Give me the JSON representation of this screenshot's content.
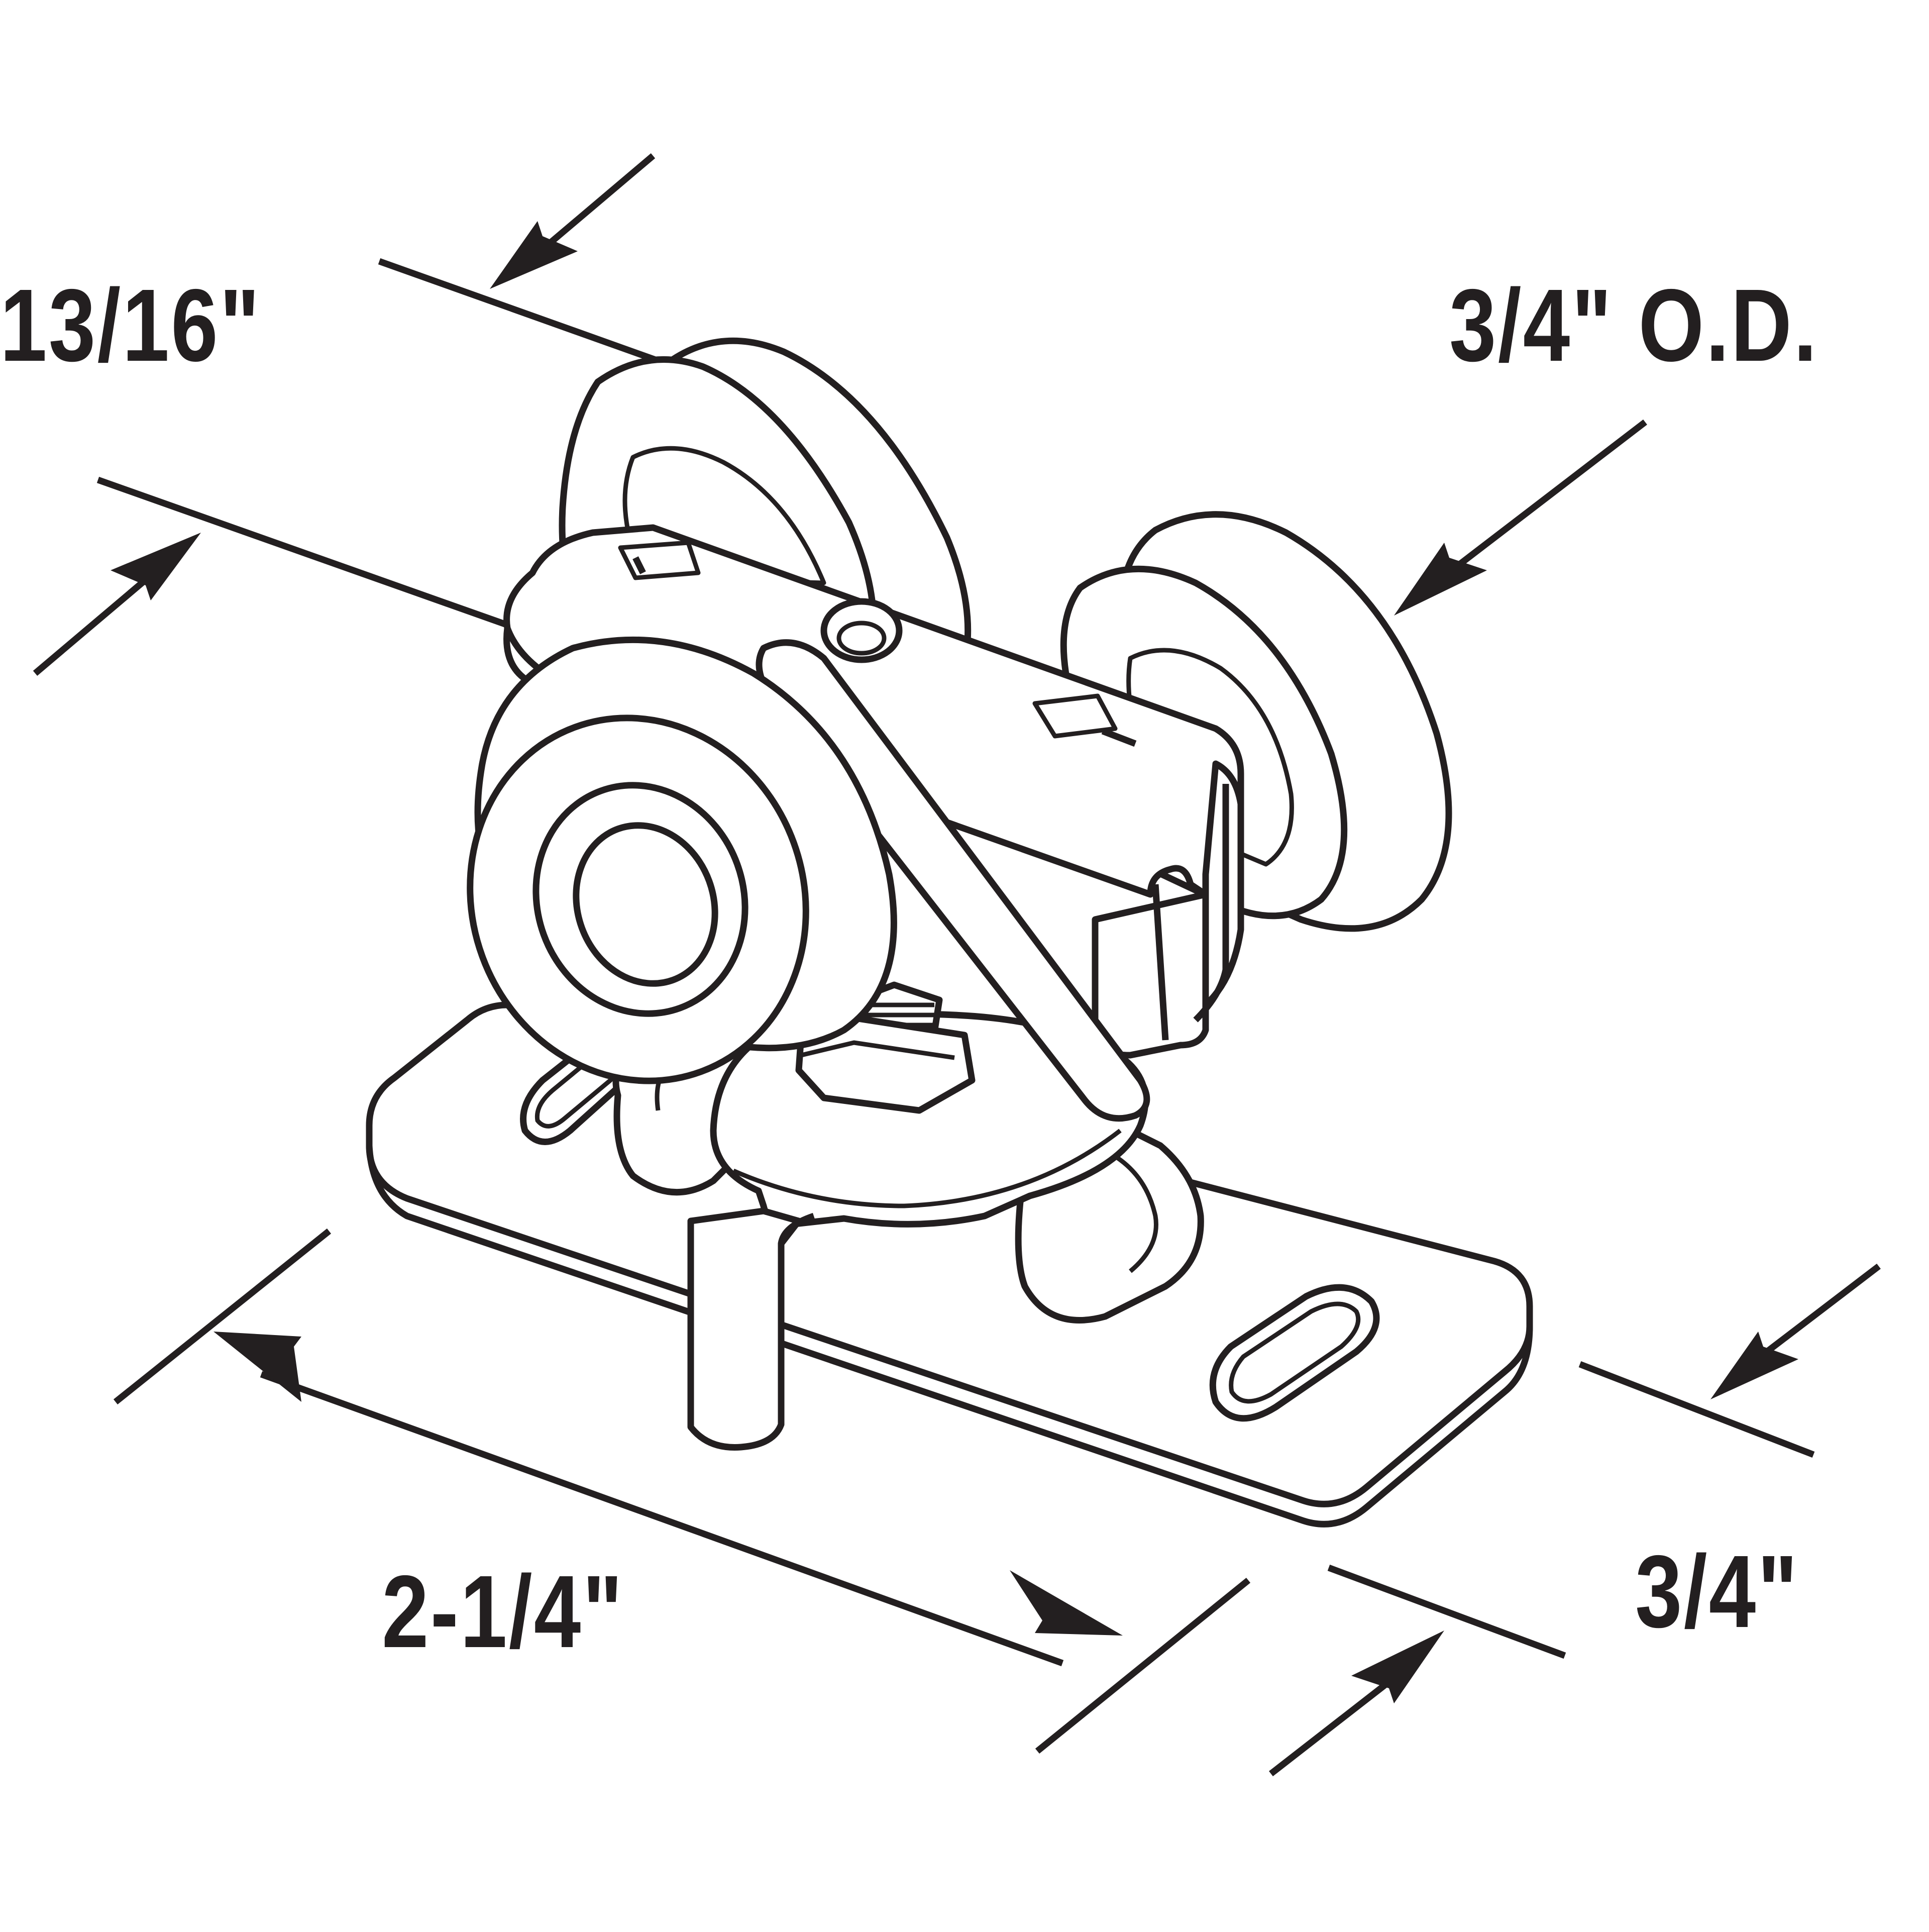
{
  "dimensions": {
    "wheel_width": "13/16\"",
    "wheel_diameter": "3/4\" O.D.",
    "plate_length": "2-1/4\"",
    "plate_width": "3/4\""
  },
  "colors": {
    "line": "#231f20",
    "background": "#ffffff"
  }
}
